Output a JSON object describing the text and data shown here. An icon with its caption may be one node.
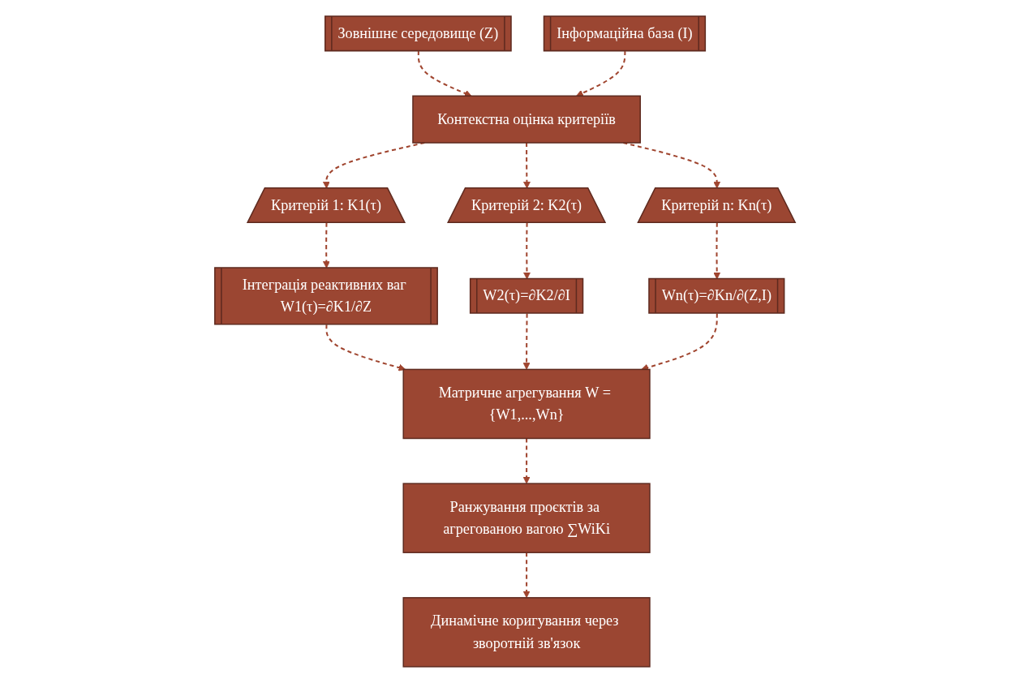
{
  "diagram": {
    "nodes": [
      {
        "text": [
          "Зовнішнє середовище (Z)"
        ]
      },
      {
        "text": [
          "Контекстна оцінка критеріїв"
        ]
      },
      {
        "text": [
          "Інформаційна база (I)"
        ]
      },
      {
        "text": [
          "Критерій 1: K1(τ)"
        ]
      },
      {
        "text": [
          "Критерій 2: K2(τ)"
        ]
      },
      {
        "text": [
          "Критерій n: Kn(τ)"
        ]
      },
      {
        "text": [
          "Інтеграція реактивних ваг W1(τ)=∂K1/∂Z"
        ]
      },
      {
        "text": [
          "W2(τ)=∂K2/∂I"
        ]
      },
      {
        "text": [
          "Wn(τ)=∂Kn/∂(Z,I)"
        ]
      },
      {
        "text": [
          "Матричне агрегування W = {W1,...,Wn}"
        ]
      },
      {
        "text": [
          "Ранжування проєктів за агрегованою вагою ∑WiKi"
        ]
      },
      {
        "text": [
          "Динамічне коригування через зворотній зв'язок"
        ]
      }
    ],
    "edges": [
      {
        "from": 0,
        "to": 1,
        "arrow": "to",
        "style": "dashed"
      },
      {
        "from": 2,
        "to": 1,
        "arrow": "to",
        "style": "dashed"
      },
      {
        "from": 1,
        "to": 3,
        "arrow": "to",
        "style": "dashed"
      },
      {
        "from": 1,
        "to": 4,
        "arrow": "to",
        "style": "dashed"
      },
      {
        "from": 1,
        "to": 5,
        "arrow": "to",
        "style": "dashed"
      },
      {
        "from": 3,
        "to": 6,
        "arrow": "to",
        "style": "dashed"
      },
      {
        "from": 4,
        "to": 7,
        "arrow": "to",
        "style": "dashed"
      },
      {
        "from": 5,
        "to": 8,
        "arrow": "to",
        "style": "dashed"
      },
      {
        "from": 6,
        "to": 9,
        "arrow": "to",
        "style": "dashed"
      },
      {
        "from": 7,
        "to": 9,
        "arrow": "to",
        "style": "dashed"
      },
      {
        "from": 8,
        "to": 9,
        "arrow": "to",
        "style": "dashed"
      },
      {
        "from": 9,
        "to": 10,
        "arrow": "to",
        "style": "dashed"
      },
      {
        "from": 10,
        "to": 11,
        "arrow": "to",
        "style": "dashed"
      }
    ]
  }
}
